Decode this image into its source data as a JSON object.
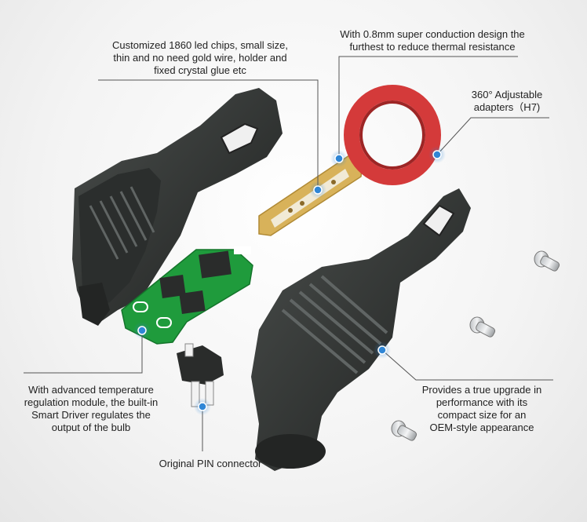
{
  "callouts": {
    "chips": [
      "Customized 1860 led chips, small size,",
      "thin and no need gold wire, holder and",
      "fixed crystal glue etc"
    ],
    "conduction": [
      "With 0.8mm super conduction design the",
      "furthest to reduce thermal resistance"
    ],
    "adapter": [
      "360° Adjustable",
      "adapters（H7)"
    ],
    "driver": [
      "With advanced temperature",
      "regulation module, the built-in",
      "Smart Driver regulates the",
      "output of the bulb"
    ],
    "upgrade": [
      "Provides a true upgrade in",
      "performance with its",
      "compact size for an",
      "OEM-style appearance"
    ],
    "pin": "Original PIN connector"
  },
  "colors": {
    "marker": "#2f86d6",
    "leader": "#555555",
    "housing": "#3a3d3c",
    "pcb": "#1f9b3c",
    "ring": "#d43a3a",
    "copper": "#d8b25a"
  }
}
